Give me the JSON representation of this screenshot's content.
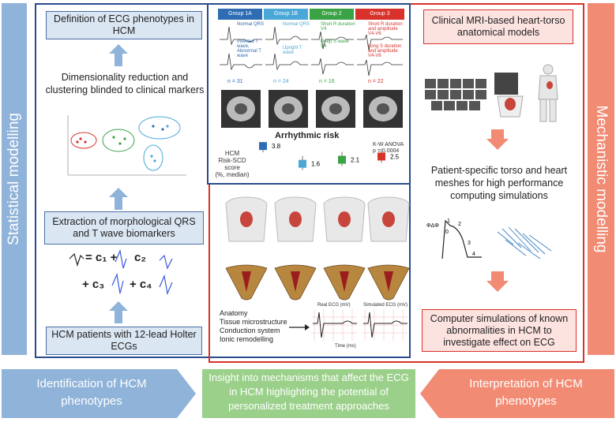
{
  "side": {
    "left_label": "Statistical modelling",
    "right_label": "Mechanistic modelling"
  },
  "left_flow": [
    "Definition of ECG phenotypes in HCM",
    "Dimensionality reduction and clustering blinded to clinical markers",
    "Extraction of morphological QRS and T wave biomarkers",
    "HCM patients with 12-lead Holter ECGs"
  ],
  "equation": {
    "c1": "= c₁ +",
    "c2": "c₂",
    "c3": "+ c₃",
    "c4": "+ c₄"
  },
  "groups": {
    "headers": [
      "Group 1A",
      "Group 1B",
      "Group 2",
      "Group 3"
    ],
    "header_colors": [
      "#2e6db4",
      "#4aa8d8",
      "#3aa345",
      "#d8322b"
    ],
    "notes": [
      [
        "Normal QRS",
        "Inverted T wave, Abnormal T wave"
      ],
      [
        "Normal QRS",
        "Upright T wave"
      ],
      [
        "Short R duration V4",
        "Deep S wave V4"
      ],
      [
        "Short R duration and amplitude V4-V6",
        "Long S duration and amplitude V4-V6"
      ]
    ],
    "ns": [
      "n = 31",
      "n = 24",
      "n = 16",
      "n = 22"
    ]
  },
  "risk": {
    "title": "Arrhythmic risk",
    "ylabel": [
      "HCM",
      "Risk-SCD",
      "score",
      "(%, median)"
    ],
    "values": [
      3.8,
      1.6,
      2.1,
      2.5
    ],
    "value_labels": [
      "3.8",
      "1.6",
      "2.1",
      "2.5"
    ],
    "colors": [
      "#2e6db4",
      "#4aa8d8",
      "#3aa345",
      "#d8322b"
    ],
    "stat": "K-W ANOVA",
    "pval": "p = 0.0004"
  },
  "right_flow": [
    "Clinical MRI-based heart-torso anatomical models",
    "Patient-specific torso and heart meshes for high performance computing simulations",
    "Computer simulations of known abnormalities in HCM to investigate effect on ECG"
  ],
  "simulation": {
    "factors": [
      "Anatomy",
      "Tissue microstructure",
      "Conduction system",
      "Ionic remodelling"
    ],
    "real_ecg": "Real ECG (mV)",
    "sim_ecg": "Simulated ECG (mV)",
    "time": "Time (ms)"
  },
  "ap_labels": [
    "0",
    "1",
    "2",
    "3",
    "4"
  ],
  "ap_ylabel": "ΦΔΦ",
  "bottom": {
    "left": "Identification of HCM phenotypes",
    "middle": "Insight into mechanisms that affect the ECG in HCM highlighting the potential of personalized treatment approaches",
    "right": "Interpretation of HCM phenotypes"
  },
  "colors": {
    "blue_bar": "#8fb3d9",
    "red_bar": "#f28b74",
    "green_box": "#9bd08b",
    "panel_blue": "#2a4b8d",
    "panel_red": "#d8322b"
  }
}
